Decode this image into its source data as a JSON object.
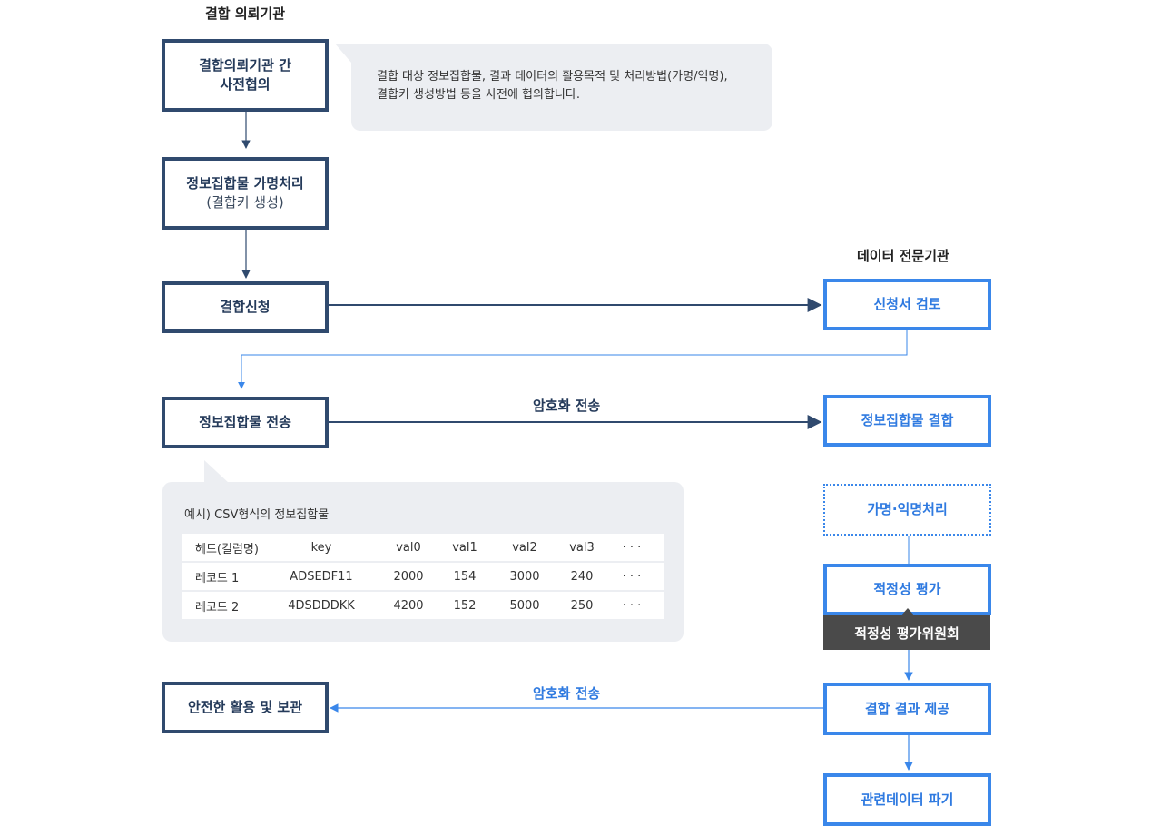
{
  "headings": {
    "left": "결합 의뢰기관",
    "right": "데이터 전문기관"
  },
  "left_steps": {
    "consult": {
      "line1": "결합의뢰기관 간",
      "line2": "사전협의"
    },
    "pseudonymize": {
      "line1": "정보집합물 가명처리",
      "line2": "(결합키 생성)"
    },
    "apply": "결합신청",
    "transmit": "정보집합물 전송",
    "safe_use": "안전한 활용 및 보관"
  },
  "consult_note": {
    "line1": "결합 대상 정보집합물, 결과 데이터의 활용목적 및 처리방법(가명/익명),",
    "line2": "결합키 생성방법 등을 사전에 협의합니다."
  },
  "right_steps": {
    "review": "신청서 검토",
    "combine": "정보집합물 결합",
    "anonymize": "가명·익명처리",
    "evaluate": "적정성 평가",
    "committee": "적정성 평가위원회",
    "provide": "결합 결과 제공",
    "destroy": "관련데이터 파기"
  },
  "edge_labels": {
    "encrypted_send": "암호화 전송",
    "encrypted_return": "암호화 전송"
  },
  "csv_example": {
    "title": "예시) CSV형식의 정보집합물",
    "rows": [
      [
        "헤드(컬럼명)",
        "key",
        "val0",
        "val1",
        "val2",
        "val3",
        "· · ·"
      ],
      [
        "레코드 1",
        "ADSEDF11",
        "2000",
        "154",
        "3000",
        "240",
        "· · ·"
      ],
      [
        "레코드 2",
        "4DSDDDKK",
        "4200",
        "152",
        "5000",
        "250",
        "· · ·"
      ]
    ]
  },
  "colors": {
    "dark": "#304a6e",
    "blue": "#3a87ea",
    "callout_bg": "#eceef2",
    "committee_bg": "#4a4a4a"
  }
}
